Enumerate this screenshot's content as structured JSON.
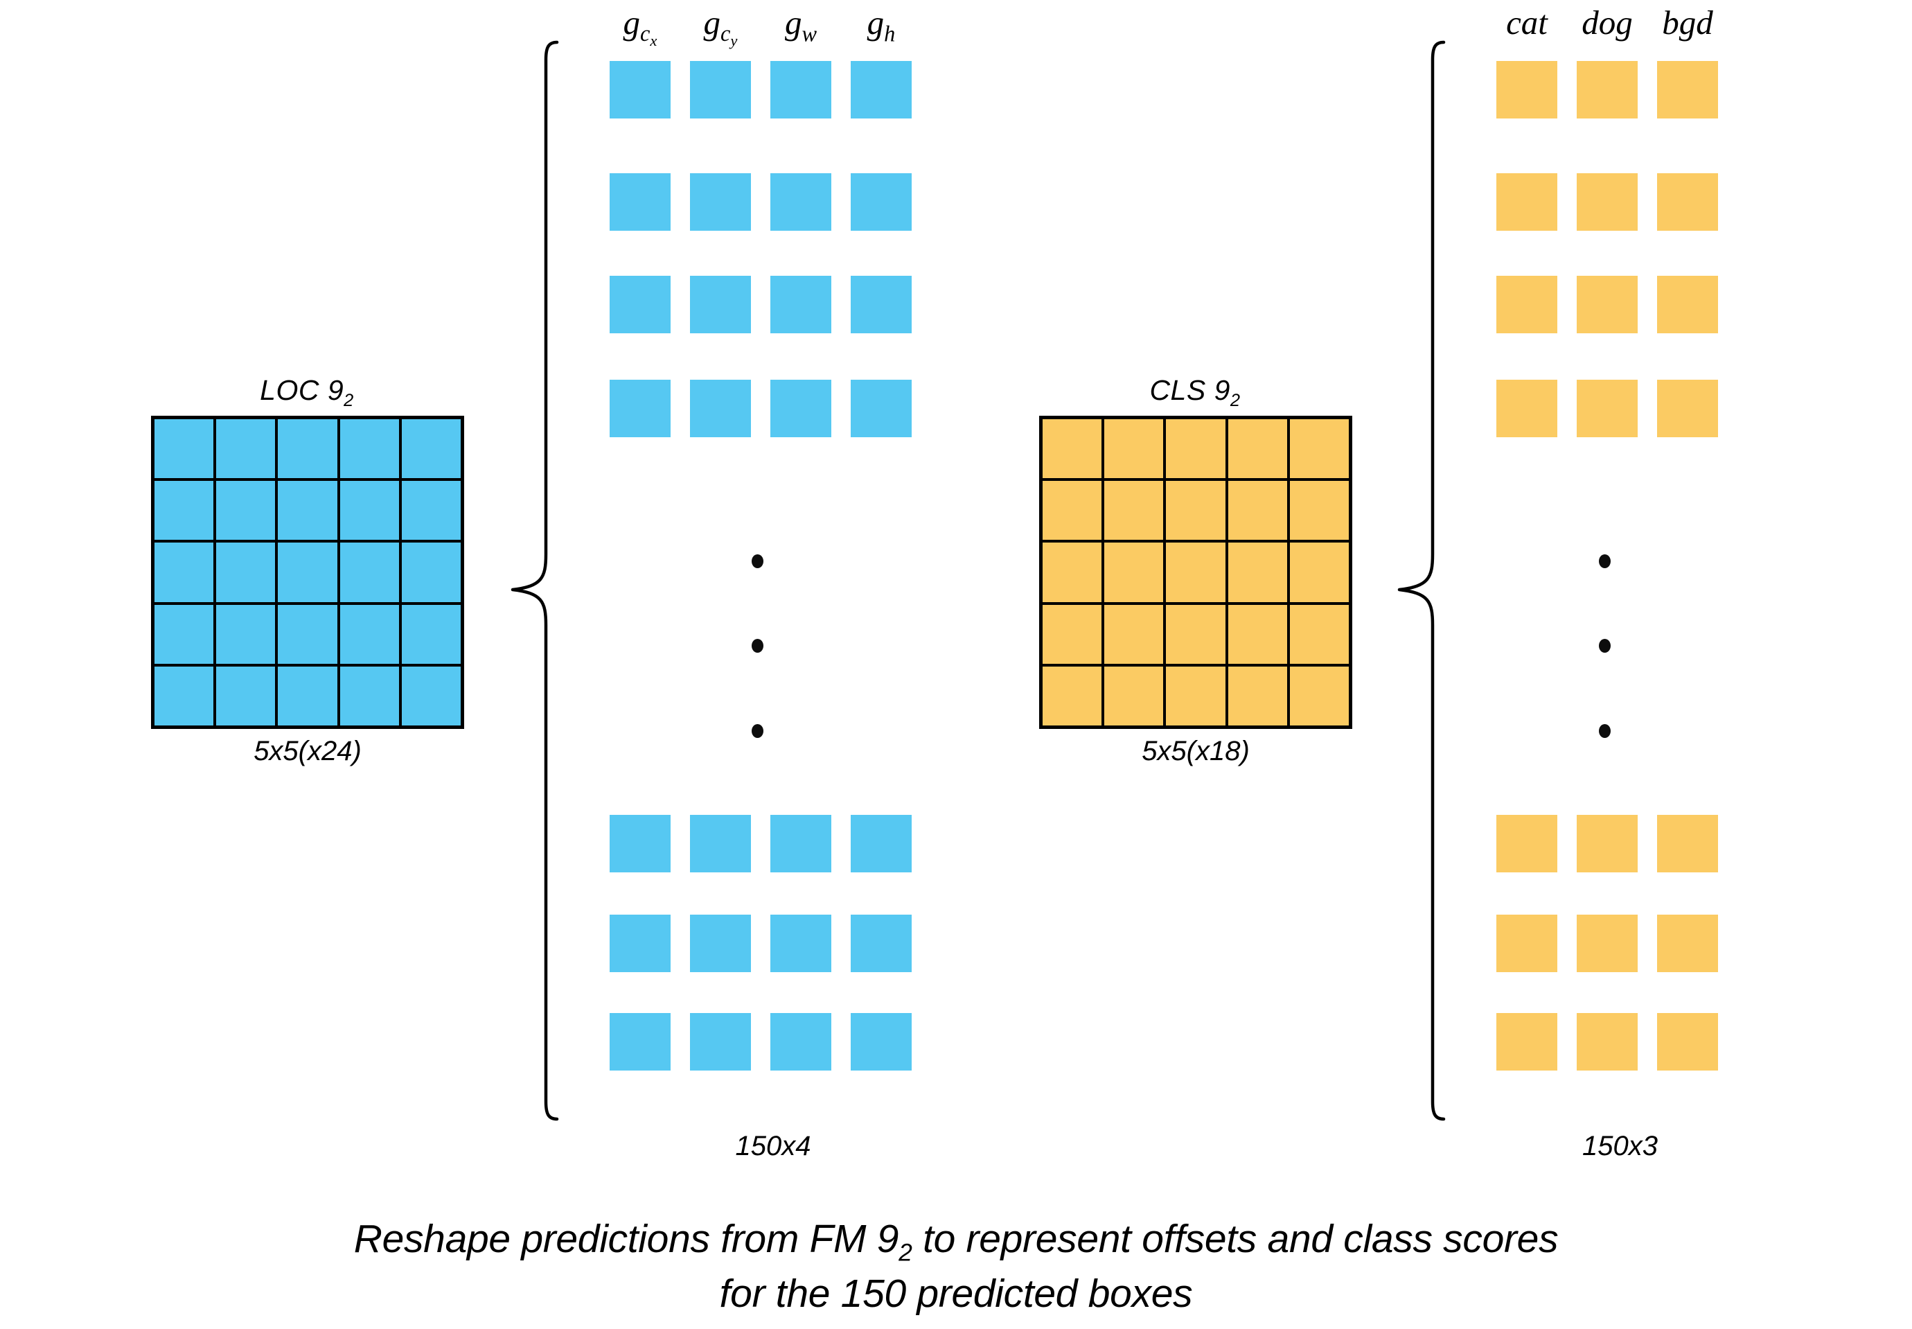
{
  "diagram": {
    "title_caption_line1": "Reshape predictions from FM 9",
    "title_caption_line1_sub": "2",
    "title_caption_line1_rest": " to represent offsets and class scores",
    "title_caption_line2": "for the 150 predicted boxes"
  },
  "colors": {
    "loc_blue": "#56c8f2",
    "cls_orange": "#fbcb63",
    "stroke_black": "#000000",
    "background": "#ffffff"
  },
  "loc_branch": {
    "grid_title": "LOC 9",
    "grid_title_sub": "2",
    "grid_sublabel": "5x5(x24)",
    "grid_rows": 5,
    "grid_cols": 5,
    "column_headers": [
      {
        "base": "g",
        "sub": "c",
        "subsub": "x"
      },
      {
        "base": "g",
        "sub": "c",
        "subsub": "y"
      },
      {
        "base": "g",
        "sub": "w",
        "subsub": ""
      },
      {
        "base": "g",
        "sub": "h",
        "subsub": ""
      }
    ],
    "stack_label": "150x4",
    "top_rows": 4,
    "bottom_rows": 3,
    "ellipsis_dots": 3
  },
  "cls_branch": {
    "grid_title": "CLS 9",
    "grid_title_sub": "2",
    "grid_sublabel": "5x5(x18)",
    "grid_rows": 5,
    "grid_cols": 5,
    "column_headers": [
      {
        "base": "cat",
        "sub": "",
        "subsub": ""
      },
      {
        "base": "dog",
        "sub": "",
        "subsub": ""
      },
      {
        "base": "bgd",
        "sub": "",
        "subsub": ""
      }
    ],
    "stack_label": "150x3",
    "top_rows": 4,
    "bottom_rows": 3,
    "ellipsis_dots": 3
  },
  "chart_data": {
    "type": "diagram",
    "title": "Reshape predictions from FM 9_2 to represent offsets and class scores for the 150 predicted boxes",
    "branches": [
      {
        "name": "localization",
        "feature_map": "LOC 9_2",
        "feature_map_shape": "5x5(x24)",
        "reshaped_shape": "150x4",
        "columns": [
          "g_cx",
          "g_cy",
          "g_w",
          "g_h"
        ],
        "color": "#56c8f2"
      },
      {
        "name": "classification",
        "feature_map": "CLS 9_2",
        "feature_map_shape": "5x5(x18)",
        "reshaped_shape": "150x3",
        "columns": [
          "cat",
          "dog",
          "bgd"
        ],
        "color": "#fbcb63"
      }
    ]
  }
}
